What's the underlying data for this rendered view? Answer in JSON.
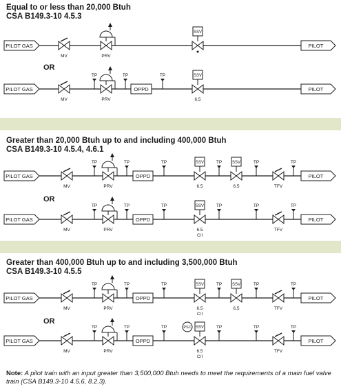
{
  "sections": [
    {
      "title": "Equal to or less than 20,000 Btuh",
      "code": "CSA B149.3-10 4.5.3"
    },
    {
      "title": "Greater than 20,000 Btuh up to and including 400,000 Btuh",
      "code": "CSA B149.3-10 4.5.4, 4.6.1"
    },
    {
      "title": "Greater than 400,000 Btuh up to and including 3,500,000 Btuh",
      "code": "CSA B149.3-10 4.5.5"
    }
  ],
  "or_label": "OR",
  "box_labels": {
    "pilot_gas": "PILOT GAS",
    "pilot": "PILOT",
    "oppd": "OPPD",
    "ssv": "SSV",
    "psc": "PSC"
  },
  "component_labels": {
    "mv": "MV",
    "prv": "PRV",
    "tp": "TP",
    "tfv": "TFV",
    "rating": "6.5",
    "rating_ci": "C/I"
  },
  "note": {
    "label": "Note:",
    "text": "A pilot train with an input greater than 3,500,000 Btuh needs to meet the requirements of a main fuel valve train (CSA B149.3-10 4.5.6, 8.2.3)."
  }
}
